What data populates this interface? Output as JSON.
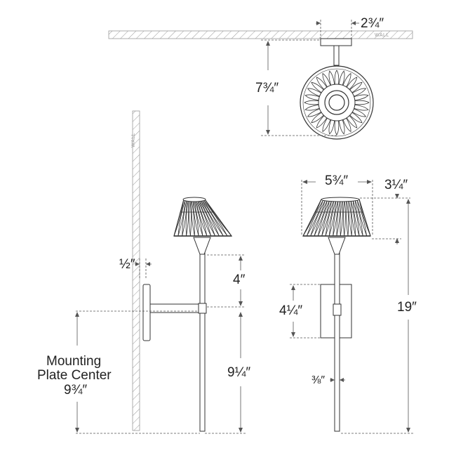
{
  "labels": {
    "wall_top": "WALL",
    "wall_side": "WALL",
    "top_projection_width": "2¾″",
    "top_depth": "7¾″",
    "shade_width": "5¾″",
    "shade_height": "3¼″",
    "plate_offset": "½″",
    "arm_to_shade": "4″",
    "plate_height": "4¼″",
    "overall_height": "19″",
    "arm_to_bottom": "9¼″",
    "stem_diameter": "⅜″",
    "mounting_line1": "Mounting",
    "mounting_line2": "Plate Center",
    "mounting_value": "9¾″"
  },
  "colors": {
    "line": "#333333",
    "dim_line": "#555555",
    "hatch": "#9a9a9a"
  }
}
